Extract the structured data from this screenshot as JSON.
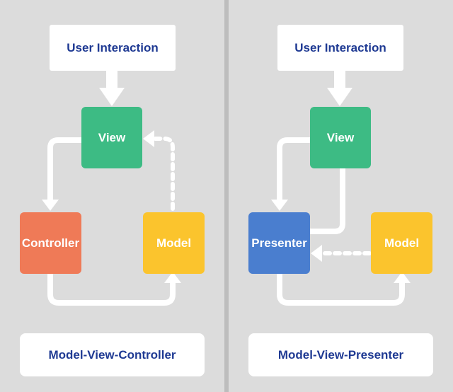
{
  "colors": {
    "background": "#dcdcdc",
    "divider": "#bdbdbd",
    "view": "#3dbb84",
    "controller": "#ef7a57",
    "model": "#fbc42d",
    "presenter": "#4a7ecf",
    "title_text": "#1f3a93",
    "arrow": "#ffffff"
  },
  "mvc": {
    "trigger": "User Interaction",
    "view": "View",
    "controller": "Controller",
    "model": "Model",
    "caption": "Model-View-Controller"
  },
  "mvp": {
    "trigger": "User Interaction",
    "view": "View",
    "presenter": "Presenter",
    "model": "Model",
    "caption": "Model-View-Presenter"
  }
}
